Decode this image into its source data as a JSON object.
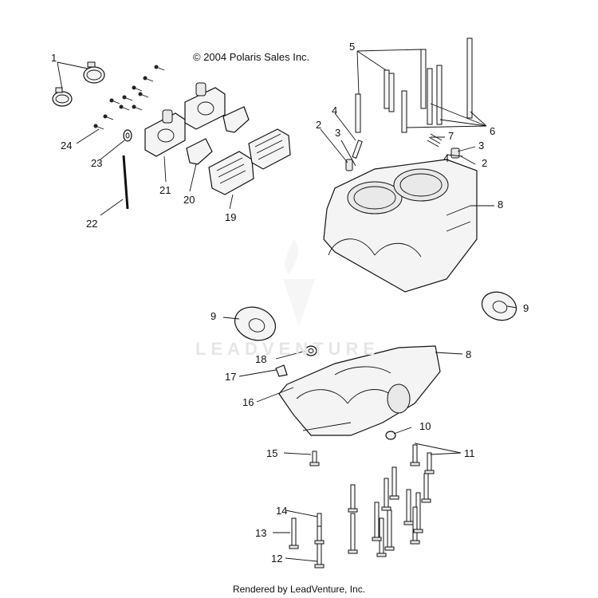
{
  "copyright": "© 2004 Polaris Sales Inc.",
  "footer": "Rendered by LeadVenture, Inc.",
  "watermark": "LEADVENTURE",
  "callouts": {
    "c1": "1",
    "c2a": "2",
    "c2b": "2",
    "c3a": "3",
    "c3b": "3",
    "c4a": "4",
    "c4b": "4",
    "c5": "5",
    "c6": "6",
    "c7": "7",
    "c8a": "8",
    "c8b": "8",
    "c9a": "9",
    "c9b": "9",
    "c10": "10",
    "c11": "11",
    "c12": "12",
    "c13": "13",
    "c14": "14",
    "c15": "15",
    "c16": "16",
    "c17": "17",
    "c18": "18",
    "c19": "19",
    "c20": "20",
    "c21": "21",
    "c22": "22",
    "c23": "23",
    "c24": "24"
  }
}
